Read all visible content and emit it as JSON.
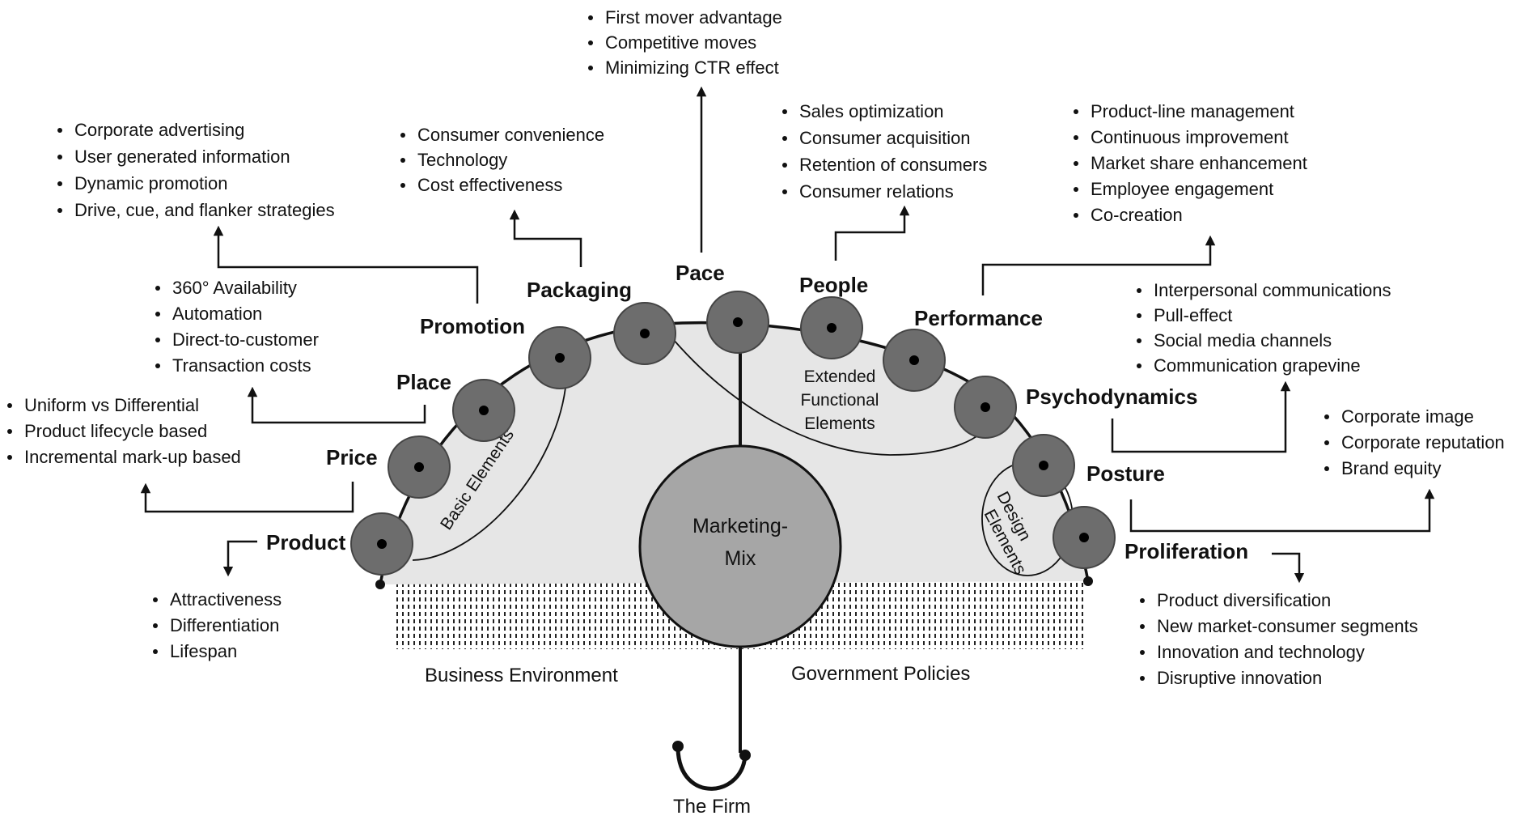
{
  "center": {
    "label_line1": "Marketing-",
    "label_line2": "Mix",
    "handle_label": "The Firm"
  },
  "environment": {
    "left": "Business Environment",
    "right": "Government Policies"
  },
  "groups": {
    "basic": "Basic Elements",
    "extended_line1": "Extended",
    "extended_line2": "Functional",
    "extended_line3": "Elements",
    "design_line1": "Design",
    "design_line2": "Elements"
  },
  "elements": {
    "product": {
      "label": "Product",
      "items": [
        "Attractiveness",
        "Differentiation",
        "Lifespan"
      ]
    },
    "price": {
      "label": "Price",
      "items": [
        "Uniform vs Differential",
        "Product lifecycle based",
        "Incremental mark-up based"
      ]
    },
    "place": {
      "label": "Place",
      "items": [
        "360° Availability",
        "Automation",
        "Direct-to-customer",
        "Transaction costs"
      ]
    },
    "promotion": {
      "label": "Promotion",
      "items": [
        "Corporate advertising",
        "User generated information",
        "Dynamic promotion",
        "Drive, cue, and flanker strategies"
      ]
    },
    "packaging": {
      "label": "Packaging",
      "items": [
        "Consumer convenience",
        "Technology",
        "Cost effectiveness"
      ]
    },
    "pace": {
      "label": "Pace",
      "items": [
        "First mover advantage",
        "Competitive moves",
        "Minimizing CTR effect"
      ]
    },
    "people": {
      "label": "People",
      "items": [
        "Sales optimization",
        "Consumer acquisition",
        "Retention of consumers",
        "Consumer relations"
      ]
    },
    "performance": {
      "label": "Performance",
      "items": [
        "Product-line management",
        "Continuous improvement",
        "Market share enhancement",
        "Employee engagement",
        "Co-creation"
      ]
    },
    "psychodynamics": {
      "label": "Psychodynamics",
      "items": [
        "Interpersonal communications",
        "Pull-effect",
        "Social media channels",
        "Communication grapevine"
      ]
    },
    "posture": {
      "label": "Posture",
      "items": [
        "Corporate image",
        "Corporate reputation",
        "Brand equity"
      ]
    },
    "proliferation": {
      "label": "Proliferation",
      "items": [
        "Product diversification",
        "New market-consumer segments",
        "Innovation and technology",
        "Disruptive innovation"
      ]
    }
  },
  "colors": {
    "canopy": "#e6e6e6",
    "node": "#6d6d6d",
    "center_circle": "#a6a6a6",
    "line": "#111111"
  }
}
